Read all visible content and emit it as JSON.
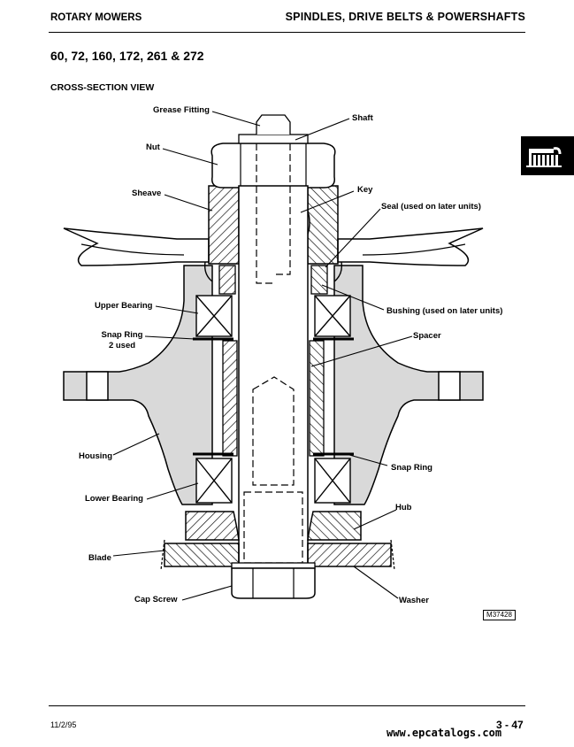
{
  "header": {
    "left": "ROTARY MOWERS",
    "right": "SPINDLES, DRIVE BELTS & POWERSHAFTS"
  },
  "title": "60, 72, 160, 172, 261 & 272",
  "subtitle": "CROSS-SECTION VIEW",
  "tab_icon": "mower-deck-icon",
  "labels": {
    "grease_fitting": "Grease Fitting",
    "shaft": "Shaft",
    "nut": "Nut",
    "key": "Key",
    "sheave": "Sheave",
    "seal": "Seal (used on later units)",
    "upper_bearing": "Upper Bearing",
    "bushing": "Bushing (used on later units)",
    "snap_ring_line1": "Snap Ring",
    "snap_ring_line2": "2 used",
    "spacer": "Spacer",
    "housing": "Housing",
    "snap_ring": "Snap Ring",
    "lower_bearing": "Lower Bearing",
    "hub": "Hub",
    "blade": "Blade",
    "cap_screw": "Cap Screw",
    "washer": "Washer"
  },
  "figure_id": "M37428",
  "footer": {
    "date": "11/2/95",
    "page": "3 - 47",
    "watermark": "www.epcatalogs.com"
  }
}
